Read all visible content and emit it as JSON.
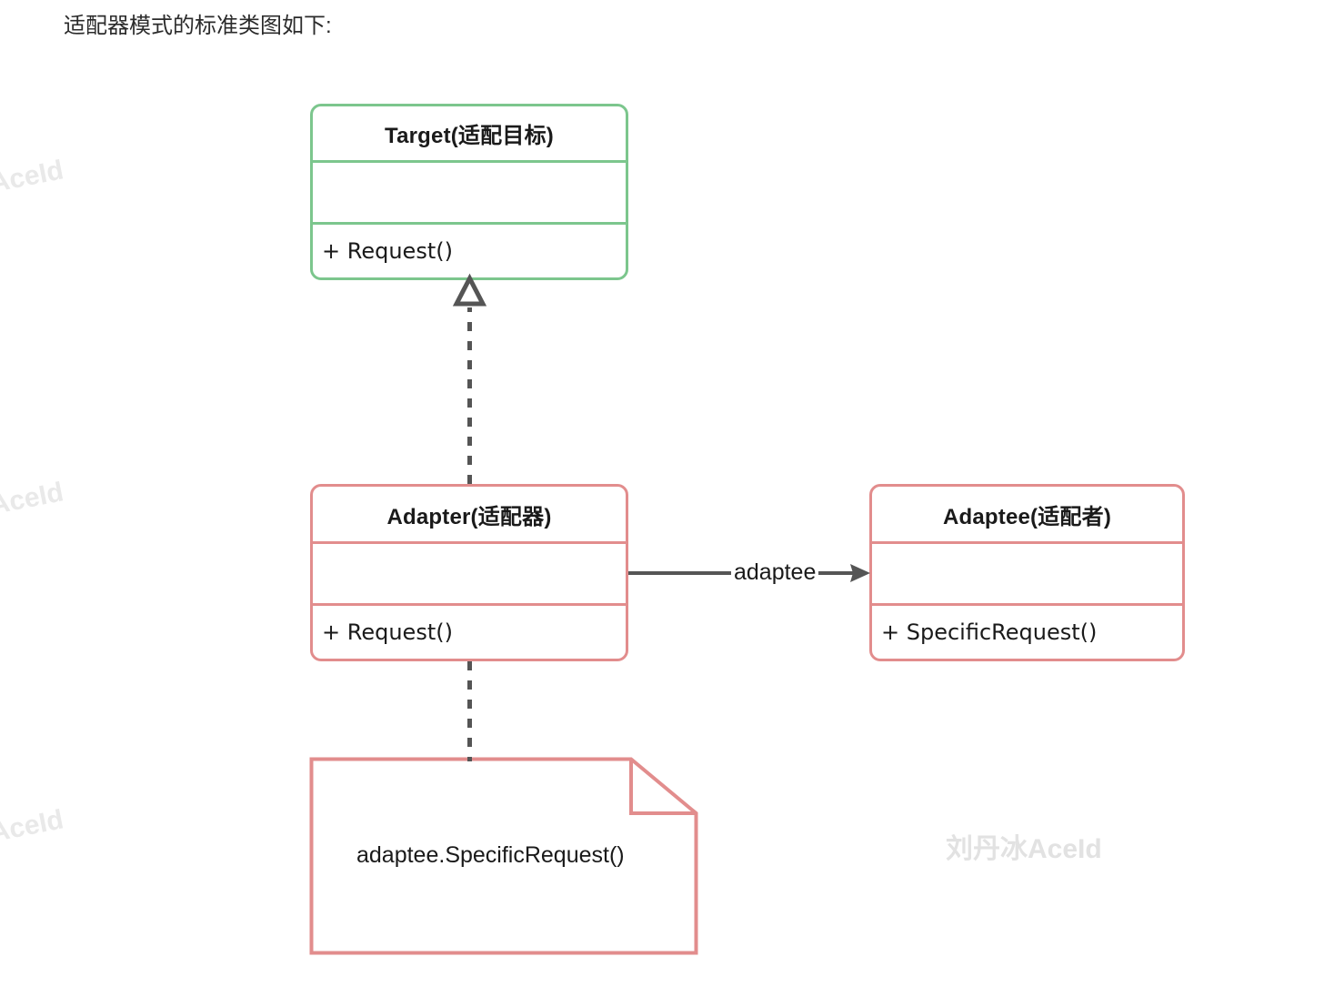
{
  "caption": "适配器模式的标准类图如下:",
  "colors": {
    "target_border": "#7cc68d",
    "adapter_border": "#e28d8d",
    "adaptee_border": "#e28d8d",
    "note_border": "#e28d8d",
    "connector": "#555555",
    "watermark": "#e9e9e9",
    "background": "#ffffff"
  },
  "diagram": {
    "type": "uml-class-diagram",
    "classes": [
      {
        "id": "target",
        "name": "Target(适配目标)",
        "attributes": [],
        "operations": [
          "+ Request()"
        ],
        "border_color": "#7cc68d"
      },
      {
        "id": "adapter",
        "name": "Adapter(适配器)",
        "attributes": [],
        "operations": [
          "+ Request()"
        ],
        "border_color": "#e28d8d"
      },
      {
        "id": "adaptee",
        "name": "Adaptee(适配者)",
        "attributes": [],
        "operations": [
          "+ SpecificRequest()"
        ],
        "border_color": "#e28d8d"
      }
    ],
    "note": {
      "id": "note-adapter-body",
      "text": "adaptee.SpecificRequest()"
    },
    "relations": [
      {
        "id": "realization",
        "from": "adapter",
        "to": "target",
        "kind": "realization",
        "line": "dashed",
        "arrow": "hollow-triangle",
        "label": ""
      },
      {
        "id": "association",
        "from": "adapter",
        "to": "adaptee",
        "kind": "association",
        "line": "solid",
        "arrow": "open-arrow",
        "label": "adaptee"
      },
      {
        "id": "note-link",
        "from": "adapter",
        "to": "note-adapter-body",
        "kind": "note-anchor",
        "line": "dashed",
        "arrow": "none",
        "label": ""
      }
    ]
  },
  "watermarks": {
    "edge": "AceId",
    "center": "刘丹冰AceId"
  }
}
